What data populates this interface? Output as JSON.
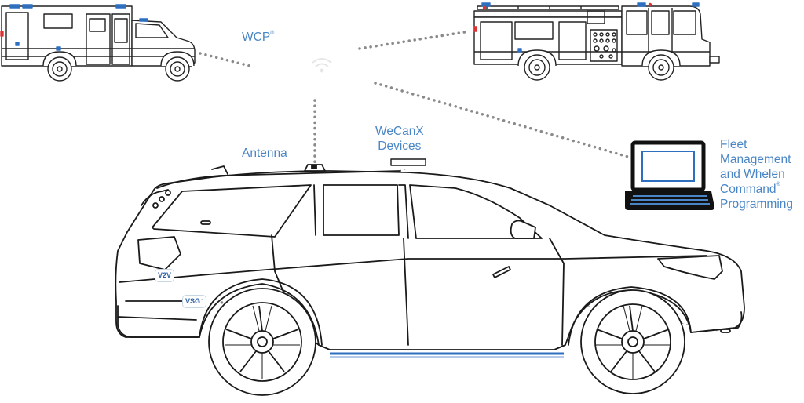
{
  "labels": {
    "wcp": "WCP",
    "wcp_mark": "®",
    "antenna": "Antenna",
    "wecanx_line1": "WeCanX",
    "wecanx_line2": "Devices",
    "fleet_line1": "Fleet",
    "fleet_line2": "Management",
    "fleet_line3": "and Whelen",
    "fleet_line4": "Command",
    "fleet_mark": "®",
    "fleet_line5": "Programming"
  },
  "badges": {
    "v2v": "V2V",
    "vsg": "VSG"
  },
  "colors": {
    "label_blue": "#4a86c5",
    "badge_blue": "#2a5fa6",
    "line_dark": "#222222",
    "dotted": "#8a8a8a",
    "ambulance_blue": "#2f6fc0"
  },
  "icons": [
    "ambulance-icon",
    "fire-truck-icon",
    "laptop-icon",
    "suv-icon",
    "wifi-icon"
  ]
}
